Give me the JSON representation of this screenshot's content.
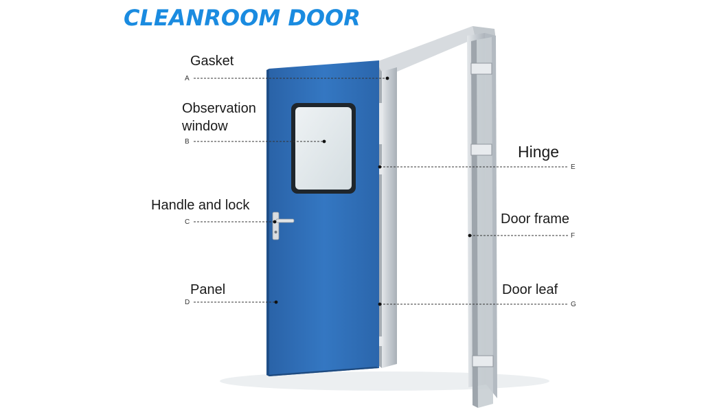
{
  "title": "CLEANROOM DOOR",
  "colors": {
    "title": "#1a8be0",
    "door_leaf": "#2f6fb7",
    "door_leaf_shade": "#245a98",
    "frame": "#c9ced3",
    "frame_dark": "#9aa1a8",
    "window_glass": "#dfe5e8",
    "window_border": "#222a30",
    "leader_line": "#333333"
  },
  "labels": {
    "gasket": {
      "text": "Gasket",
      "letter": "A"
    },
    "window_line1": "Observation",
    "window_line2": "window",
    "window": {
      "letter": "B"
    },
    "handle": {
      "text": "Handle and lock",
      "letter": "C"
    },
    "panel": {
      "text": "Panel",
      "letter": "D"
    },
    "hinge": {
      "text": "Hinge",
      "letter": "E"
    },
    "frame": {
      "text": "Door frame",
      "letter": "F"
    },
    "leaf": {
      "text": "Door leaf",
      "letter": "G"
    }
  }
}
